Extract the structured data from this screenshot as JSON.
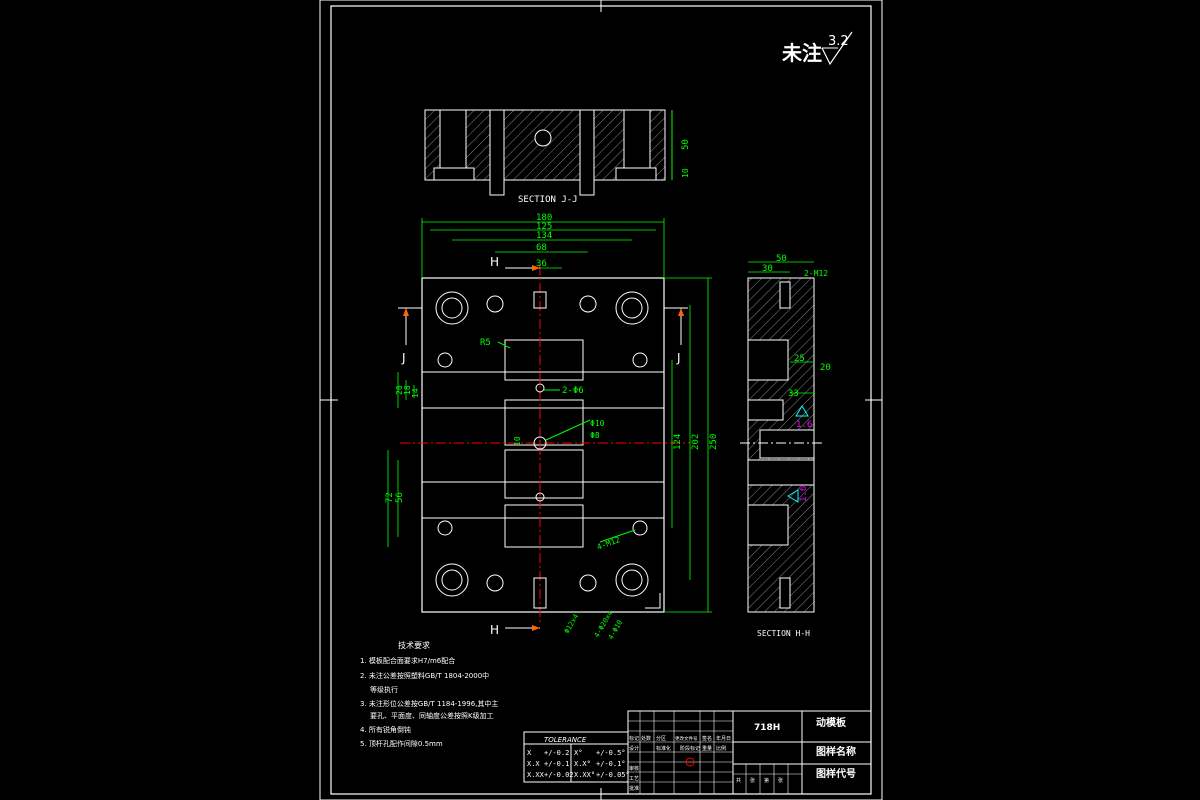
{
  "surface_mark": {
    "label": "未注",
    "roughness": "3.2"
  },
  "section_jj": {
    "label": "SECTION J-J",
    "dim_height": "50",
    "dim_small": "10"
  },
  "section_hh": {
    "label": "SECTION H-H"
  },
  "main_view": {
    "dims_top": [
      "180",
      "125",
      "134",
      "68",
      "36"
    ],
    "dims_right": [
      "124",
      "202",
      "250"
    ],
    "dims_left_top": [
      "20",
      "18",
      "14"
    ],
    "dims_left_bottom": [
      "72",
      "56"
    ],
    "callouts": [
      "R5",
      "2-Φ6",
      "Φ10",
      "Φ8",
      "4-M12",
      "Φ12x4",
      "4-Φ20x4",
      "4-Φ10"
    ],
    "center_label": "10",
    "markers": {
      "h": "H",
      "j": "J"
    }
  },
  "side_view": {
    "dims_top": [
      "50",
      "30",
      "2-M12"
    ],
    "dims_mid": [
      "25",
      "20",
      "33"
    ],
    "roughness": [
      "1.6",
      "1.6"
    ]
  },
  "notes": {
    "title": "技术要求",
    "items": [
      "1. 模板配合面要求H7/m6配合",
      "2. 未注公差按照塑料GB/T 1804-2000中",
      "等级执行",
      "3. 未注形位公差按GB/T 1184-1996,其中主",
      "要孔、平面度、同轴度公差按照K级加工",
      "4. 所有锐角倒钝",
      "5. 顶杆孔配作间隙0.5mm"
    ]
  },
  "tolerance": {
    "title": "TOLERANCE",
    "rows": [
      [
        "X",
        "+/-0.2",
        "X°",
        "+/-0.5°"
      ],
      [
        "X.X",
        "+/-0.1",
        "X.X°",
        "+/-0.1°"
      ],
      [
        "X.XX",
        "+/-0.02",
        "X.XX°",
        "+/-0.05°"
      ]
    ]
  },
  "title_block": {
    "material": "718H",
    "part_name": "动模板",
    "drawing_name_label": "图样名称",
    "drawing_code_label": "图样代号",
    "revision_headers": [
      "标记",
      "处数",
      "分区",
      "更改文件号",
      "签名",
      "年月日"
    ],
    "approval_headers": [
      "设计",
      "标准化",
      "阶段标记",
      "重量",
      "比例"
    ],
    "bottom_headers": [
      "审核",
      "工艺",
      "批准",
      "共",
      "张",
      "第",
      "张"
    ]
  },
  "colors": {
    "line": "#ffffff",
    "dim": "#00ff00",
    "center": "#ff0000",
    "hatch": "#aaaaaa",
    "arrow": "#ff6600",
    "cyan": "#00ffff",
    "magenta": "#ff00ff",
    "frame": "#ffffff"
  }
}
